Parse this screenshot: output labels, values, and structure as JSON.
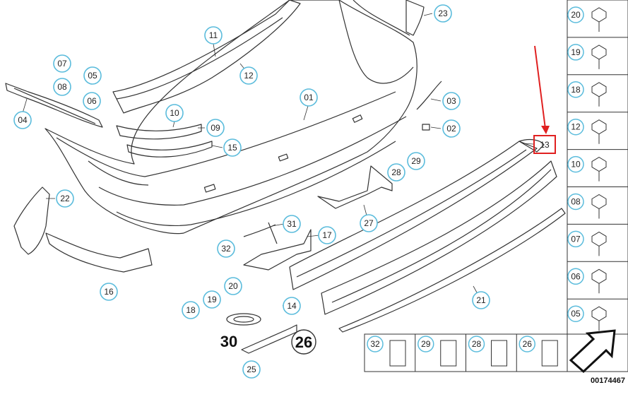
{
  "diagram": {
    "document_number": "00174467",
    "highlight_color": "#e02020",
    "callout_color": "#5bbcdc",
    "highlighted_part": "13",
    "big_labels": [
      "30",
      "26"
    ],
    "callouts": [
      "01",
      "02",
      "03",
      "04",
      "05",
      "06",
      "07",
      "08",
      "09",
      "10",
      "11",
      "12",
      "13",
      "14",
      "15",
      "16",
      "17",
      "18",
      "19",
      "20",
      "21",
      "22",
      "23",
      "25",
      "27",
      "28",
      "29",
      "31",
      "32"
    ],
    "side_legend": [
      "20",
      "19",
      "18",
      "12",
      "10",
      "08",
      "07",
      "06",
      "05"
    ],
    "bottom_legend": [
      "32",
      "29",
      "28",
      "26"
    ]
  }
}
